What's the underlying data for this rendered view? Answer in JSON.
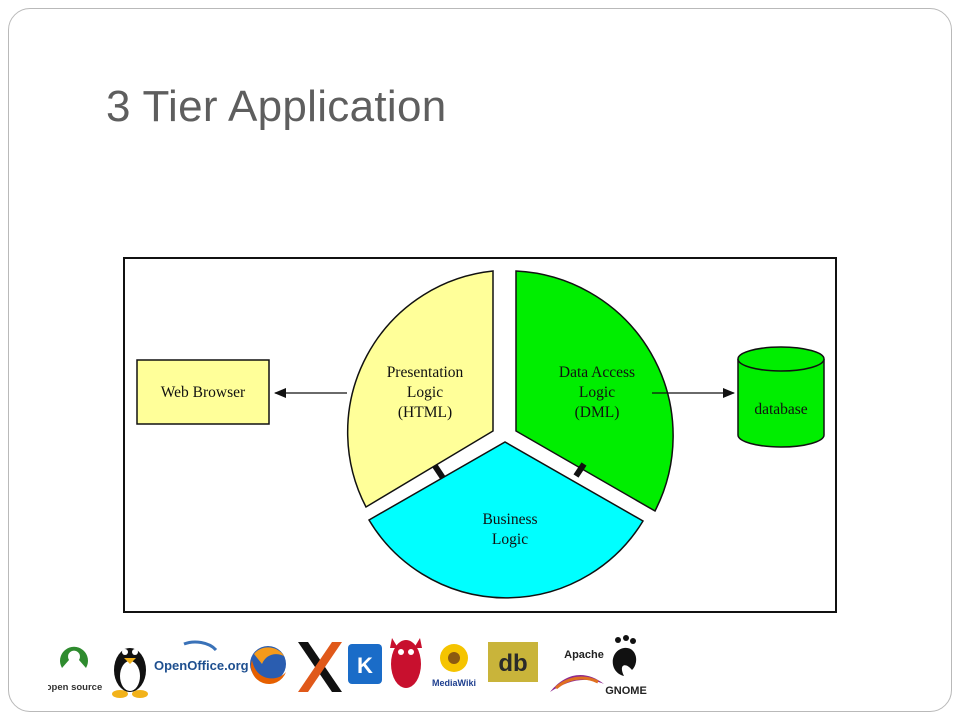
{
  "slide": {
    "title": "3 Tier Application"
  },
  "diagram": {
    "web_browser": "Web Browser",
    "presentation": [
      "Presentation",
      "Logic",
      "(HTML)"
    ],
    "data_access": [
      "Data Access",
      "Logic",
      "(DML)"
    ],
    "business": [
      "Business",
      "Logic"
    ],
    "database": "database",
    "colors": {
      "presentation": "#ffff99",
      "data_access": "#00ee00",
      "business": "#00ffff",
      "web_browser": "#ffff99",
      "database": "#00ee00"
    }
  },
  "logos": [
    {
      "name": "open-source-logo",
      "text": "open source"
    },
    {
      "name": "linux-tux-logo"
    },
    {
      "name": "openoffice-logo",
      "text": "OpenOffice.org"
    },
    {
      "name": "firefox-logo"
    },
    {
      "name": "x-window-logo"
    },
    {
      "name": "kde-logo"
    },
    {
      "name": "freebsd-daemon-logo"
    },
    {
      "name": "mediawiki-logo",
      "text": "MediaWiki"
    },
    {
      "name": "db-logo"
    },
    {
      "name": "apache-logo",
      "text": "Apache"
    },
    {
      "name": "gnome-logo",
      "text": "GNOME"
    }
  ]
}
